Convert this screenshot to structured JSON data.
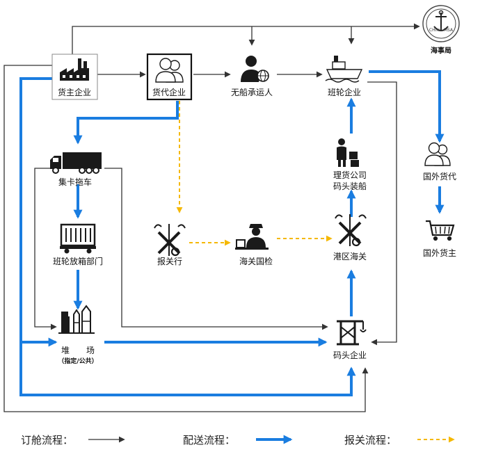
{
  "nodes": {
    "shipper": "货主企业",
    "forwarder": "货代企业",
    "nvocc": "无船承运人",
    "liner": "班轮企业",
    "msa": "海事局",
    "msa_seal": "CHINA MSA",
    "truck": "集卡拖车",
    "container_release": "班轮放箱部门",
    "yard": "堆　　场",
    "yard_sub": "（指定/公共）",
    "customs_broker": "报关行",
    "inspection": "海关国检",
    "port_customs": "港区海关",
    "tally_line1": "理货公司",
    "tally_line2": "码头装船",
    "terminal": "码头企业",
    "foreign_forwarder": "国外货代",
    "foreign_shipper": "国外货主"
  },
  "legend": {
    "booking": "订舱流程：",
    "delivery": "配送流程：",
    "customs": "报关流程："
  },
  "colors": {
    "booking": "#333333",
    "delivery": "#1a7de0",
    "customs": "#f5b800",
    "icon": "#1a1a1a"
  }
}
